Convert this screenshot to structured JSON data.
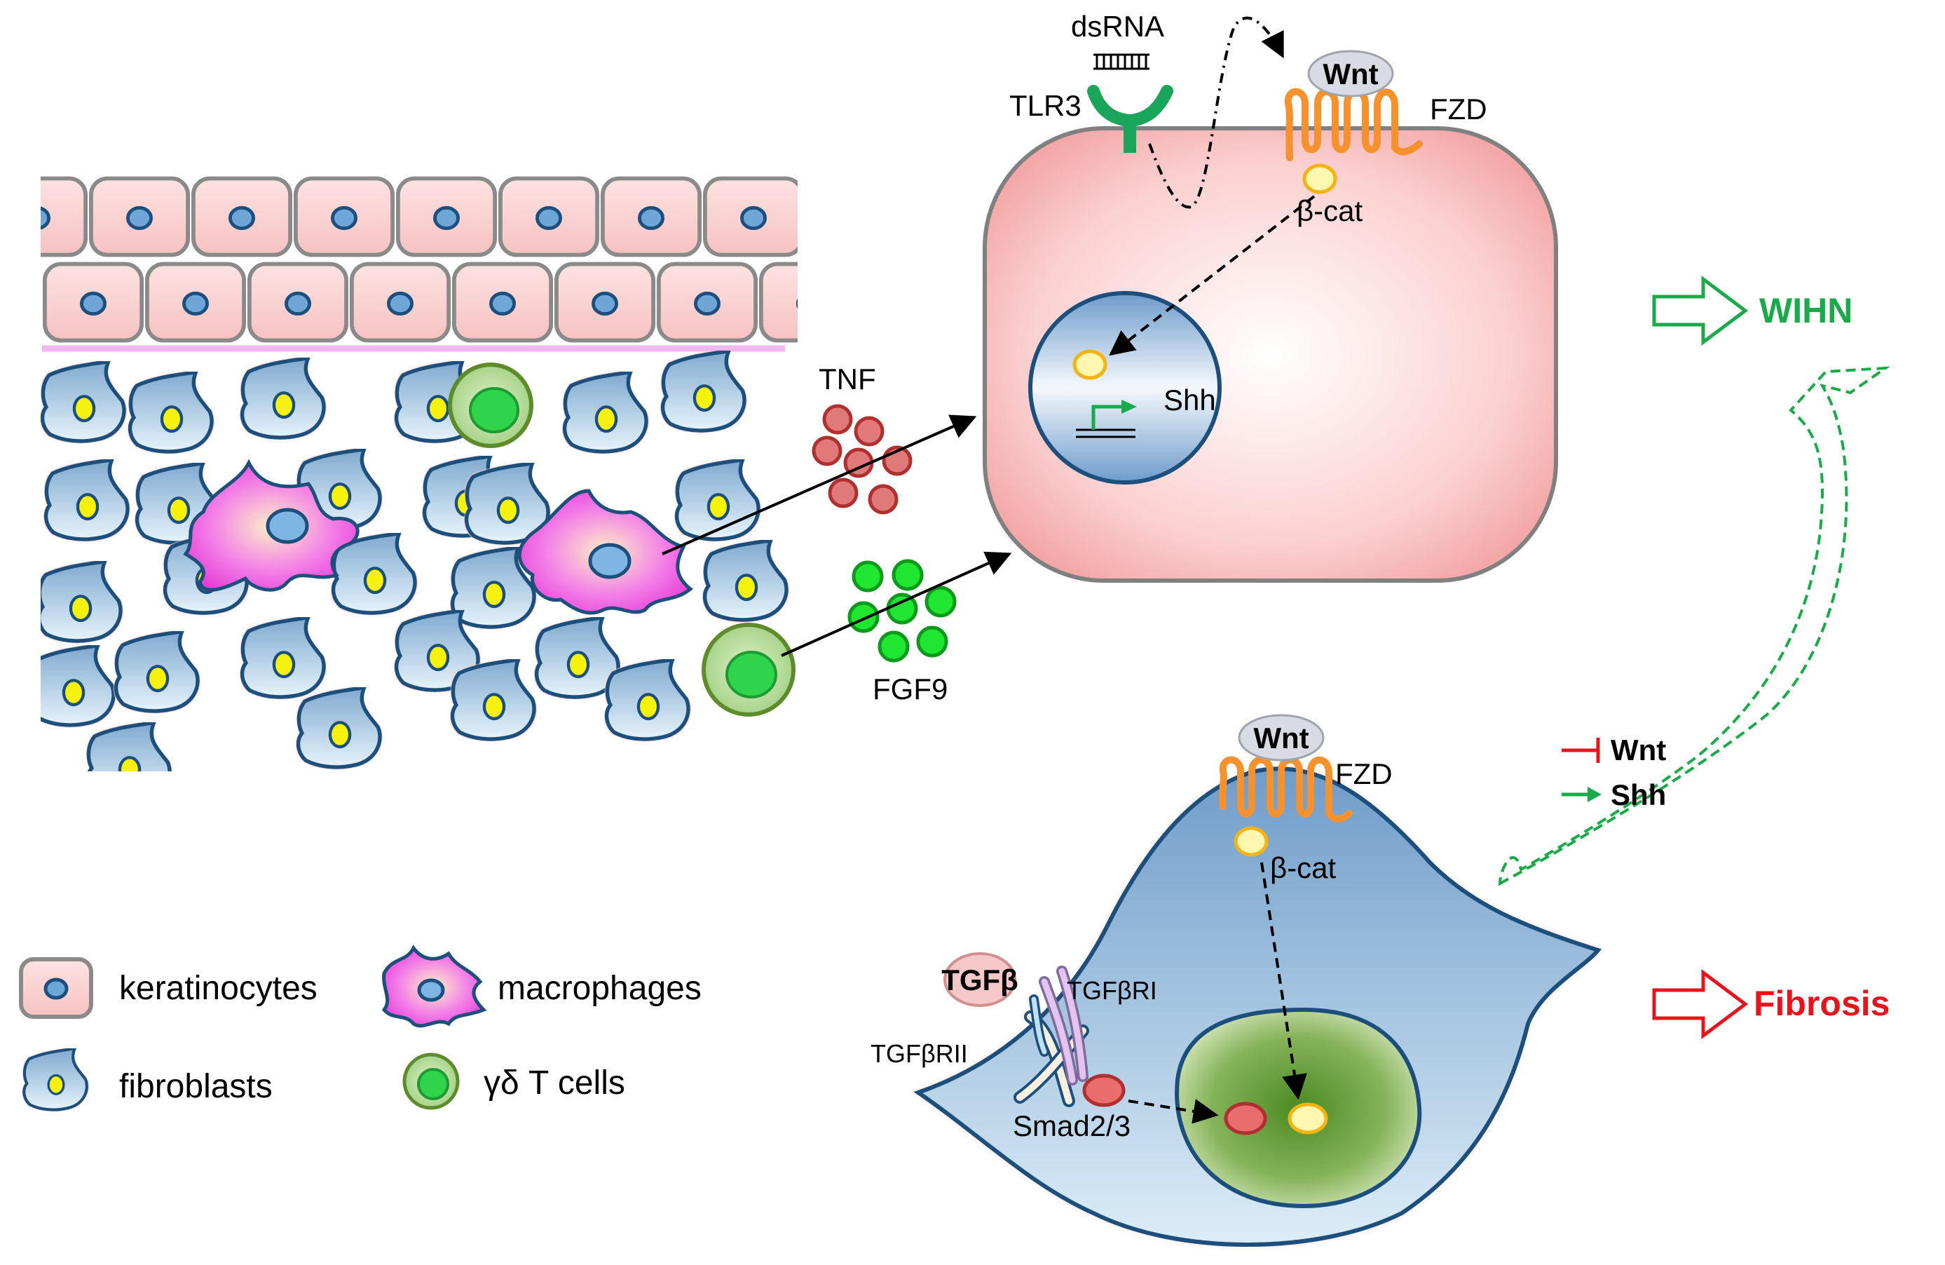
{
  "labels": {
    "dsrna": "dsRNA",
    "tlr3": "TLR3",
    "wnt_top": "Wnt",
    "fzd_top": "FZD",
    "bcat_top": "β-cat",
    "shh": "Shh",
    "tnf": "TNF",
    "fgf9": "FGF9",
    "wihn": "WIHN",
    "fibrosis": "Fibrosis",
    "wnt_bottom": "Wnt",
    "fzd_bottom": "FZD",
    "bcat_bottom": "β-cat",
    "tgfb": "TGFβ",
    "tgfbri": "TGFβRI",
    "tgfbrii": "TGFβRII",
    "smad": "Smad2/3",
    "inhibit_wnt": "Wnt",
    "activate_shh": "Shh"
  },
  "legend": {
    "keratinocytes": "keratinocytes",
    "macrophages": "macrophages",
    "fibroblasts": "fibroblasts",
    "gd_t_cells": "γδ T cells"
  },
  "colors": {
    "wihn_green": "#1aaa4a",
    "fibrosis_red": "#e8141c",
    "cell_outline": "#1d4f7c",
    "keratinocyte_fill": "#fbd8d8",
    "macrophage_fill": "#ee4ee0",
    "tcell_fill": "#2fd44a",
    "fzd_orange": "#f6922d",
    "tlr3_green": "#1aa55a"
  }
}
